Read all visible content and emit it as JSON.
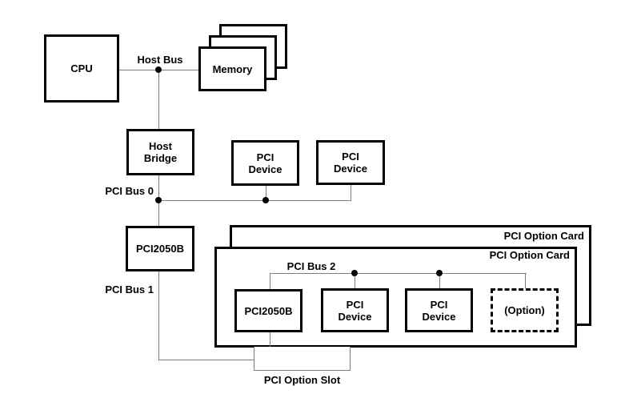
{
  "colors": {
    "background": "#ffffff",
    "box_border": "#000000",
    "bus_line": "#7d7d7d",
    "junction_dot": "#000000",
    "text": "#000000"
  },
  "system": {
    "cpu_label": "CPU",
    "memory_label": "Memory",
    "host_bus_label": "Host Bus",
    "host_bridge": {
      "line1": "Host",
      "line2": "Bridge"
    },
    "pci_bus_0_label": "PCI Bus 0",
    "pci_devices": [
      {
        "line1": "PCI",
        "line2": "Device"
      },
      {
        "line1": "PCI",
        "line2": "Device"
      }
    ],
    "bridge_label": "PCI2050B",
    "pci_bus_1_label": "PCI Bus 1"
  },
  "option_cards": {
    "back_card_label": "PCI Option Card",
    "front_card_label": "PCI Option Card",
    "pci_bus_2_label": "PCI Bus 2",
    "bridge_label": "PCI2050B",
    "pci_devices": [
      {
        "line1": "PCI",
        "line2": "Device"
      },
      {
        "line1": "PCI",
        "line2": "Device"
      }
    ],
    "option_label": "(Option)",
    "slot_label": "PCI Option Slot"
  }
}
